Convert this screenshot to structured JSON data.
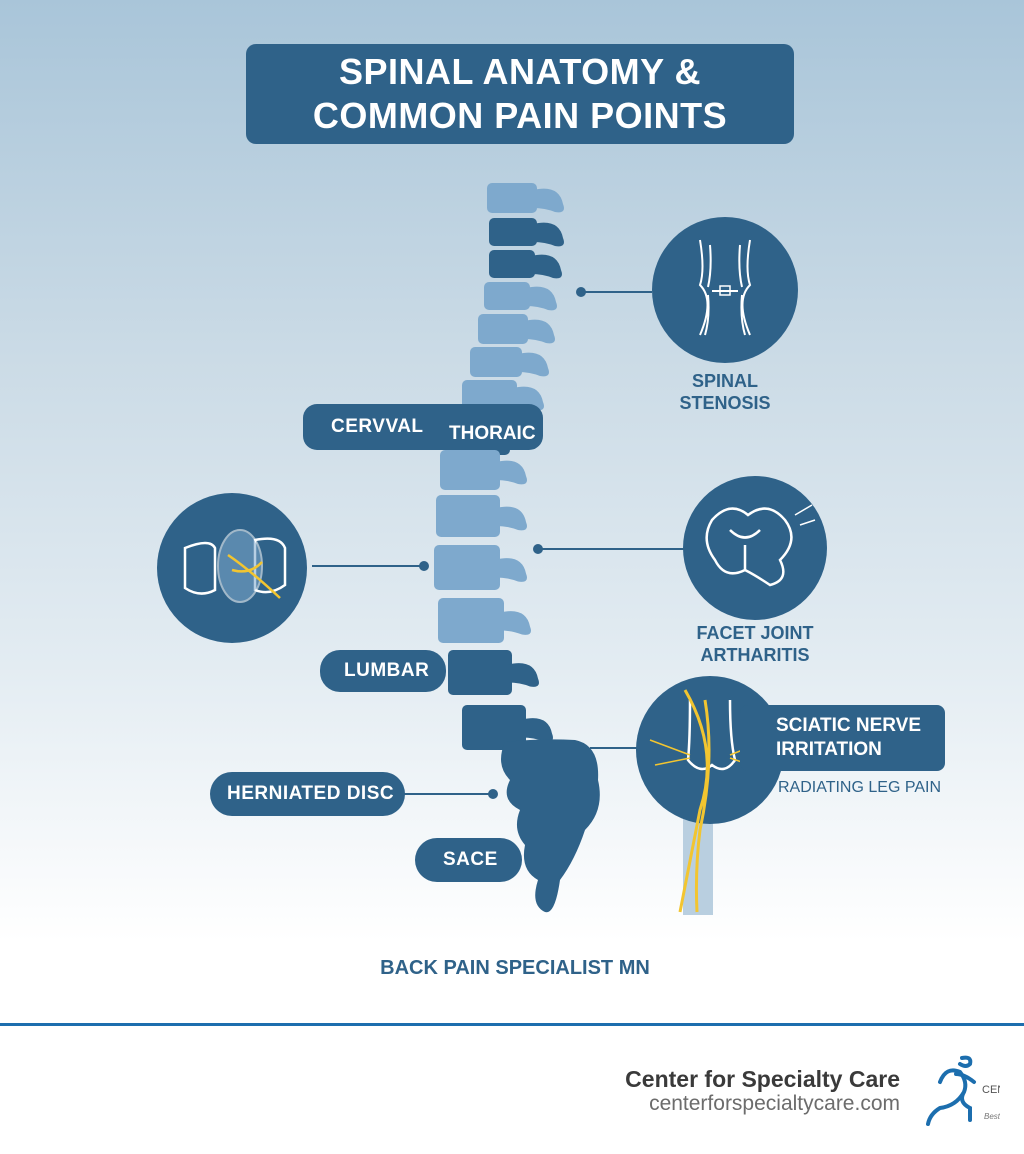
{
  "title": {
    "line1": "SPINAL ANATOMY &",
    "line2": "COMMON PAIN POINTS"
  },
  "labels": {
    "cervical": "CERVVAL",
    "thoracic": "THORAIC",
    "lumbar": "LUMBAR",
    "herniated": "HERNIATED DISC",
    "sacrum": "SACE"
  },
  "conditions": {
    "stenosis": {
      "line1": "SPINAL",
      "line2": "STENOSIS",
      "icon": "knee-joint-icon"
    },
    "facet": {
      "line1": "FACET JOINT",
      "line2": "ARTHARITIS",
      "icon": "facet-joint-icon"
    },
    "sciatic": {
      "line1": "SCIATIC NERVE",
      "line2": "IRRITATION",
      "sub": "RADIATING LEG PAIN",
      "icon": "nerve-leg-icon"
    },
    "disc": {
      "icon": "herniated-disc-icon"
    }
  },
  "subtitle": "BACK PAIN SPECIALIST MN",
  "footer": {
    "name": "Center for Specialty Care",
    "url": "centerforspecialtycare.com",
    "logo_text": "CEN",
    "logo_sub": "Best"
  },
  "colors": {
    "dark": "#2f6289",
    "light": "#7ea9cd",
    "nerve": "#f2c530",
    "footer_line": "#1c6eae"
  }
}
